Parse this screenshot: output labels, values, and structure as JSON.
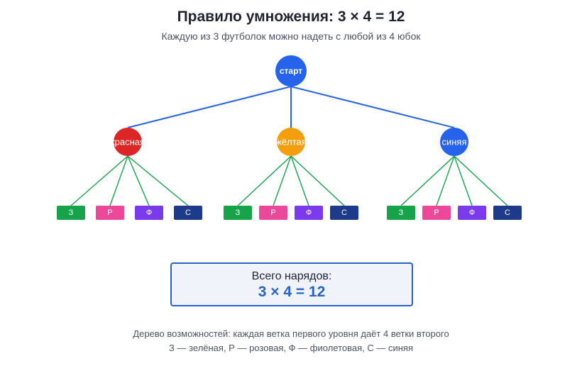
{
  "header": {
    "title": "Правило умножения: 3 × 4 = 12",
    "subtitle": "Каждую из 3 футболок можно надеть с любой из 4 юбок"
  },
  "tree": {
    "root": {
      "label": "старт",
      "color": "#2563eb"
    },
    "shirts": [
      {
        "label": "красная",
        "color": "#dc2626"
      },
      {
        "label": "жёлтая",
        "color": "#f59e0b"
      },
      {
        "label": "синяя",
        "color": "#2563eb"
      }
    ],
    "skirts": [
      {
        "label": "З",
        "color": "#16a34a"
      },
      {
        "label": "Р",
        "color": "#ec4899"
      },
      {
        "label": "Ф",
        "color": "#7c3aed"
      },
      {
        "label": "С",
        "color": "#1e3a8a"
      }
    ],
    "edge_colors": {
      "level1": "#2563eb",
      "level2": "#16a34a"
    }
  },
  "summary": {
    "label": "Всего нарядов:",
    "formula": "3 × 4 = 12"
  },
  "footnotes": {
    "line1": "Дерево возможностей: каждая ветка первого уровня даёт 4 ветки второго",
    "line2": "З — зелёная, Р — розовая, Ф — фиолетовая, С — синяя"
  }
}
